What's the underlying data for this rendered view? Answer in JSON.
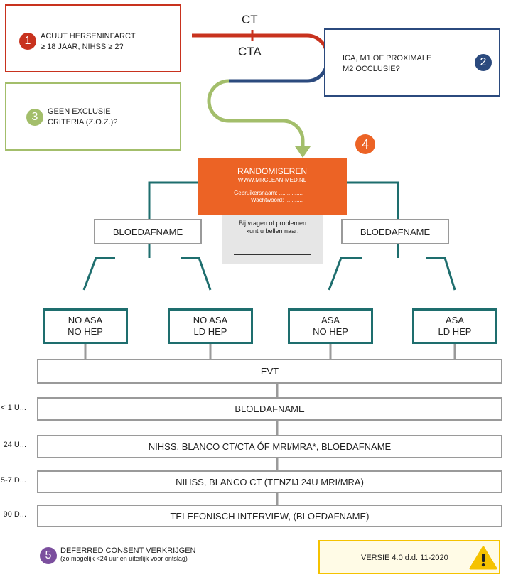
{
  "step1": {
    "badge": "1",
    "line1": "ACUUT HERSENINFARCT",
    "line2": "≥ 18 JAAR, NIHSS ≥ 2?"
  },
  "step2": {
    "badge": "2",
    "line1": "ICA, M1 OF PROXIMALE",
    "line2": "M2 OCCLUSIE?"
  },
  "step3": {
    "badge": "3",
    "line1": "GEEN EXCLUSIE",
    "line2": "CRITERIA (Z.O.Z.)?"
  },
  "step4": {
    "badge": "4"
  },
  "ct_label": "CT",
  "cta_label": "CTA",
  "randomize": {
    "title": "RANDOMISEREN",
    "url": "WWW.MRCLEAN-MED.NL",
    "user": "Gebruikersnaam: ...............",
    "pass": "Wachtwoord: ..........."
  },
  "phone_note": {
    "line1": "Bij vragen of problemen",
    "line2": "kunt u bellen naar:"
  },
  "bloed_left": "BLOEDAFNAME",
  "bloed_right": "BLOEDAFNAME",
  "treatments": [
    {
      "l1": "NO ASA",
      "l2": "NO HEP"
    },
    {
      "l1": "NO ASA",
      "l2": "LD HEP"
    },
    {
      "l1": "ASA",
      "l2": "NO HEP"
    },
    {
      "l1": "ASA",
      "l2": "LD HEP"
    }
  ],
  "evt": "EVT",
  "timeline": [
    {
      "label": "< 1 U...",
      "text": "BLOEDAFNAME"
    },
    {
      "label": "24 U...",
      "text": "NIHSS, BLANCO CT/CTA ÓF MRI/MRA*, BLOEDAFNAME"
    },
    {
      "label": "5-7 D...",
      "text": "NIHSS, BLANCO CT (TENZIJ 24U MRI/MRA)"
    },
    {
      "label": "90 D...",
      "text": "TELEFONISCH INTERVIEW, (BLOEDAFNAME)"
    }
  ],
  "step5": {
    "badge": "5",
    "line1": "DEFERRED CONSENT VERKRIJGEN",
    "line2": "(zo mogelijk <24 uur en uiterlijk voor ontslag)"
  },
  "version": "VERSIE 4.0 d.d. 11-2020",
  "colors": {
    "red": "#c8321e",
    "blue": "#2b4a7e",
    "green": "#a3be6b",
    "orange": "#ec6325",
    "teal": "#1e6e6e",
    "grey": "#9a9a9a",
    "warn": "#f5c200",
    "warnBg": "#fffbe6"
  }
}
